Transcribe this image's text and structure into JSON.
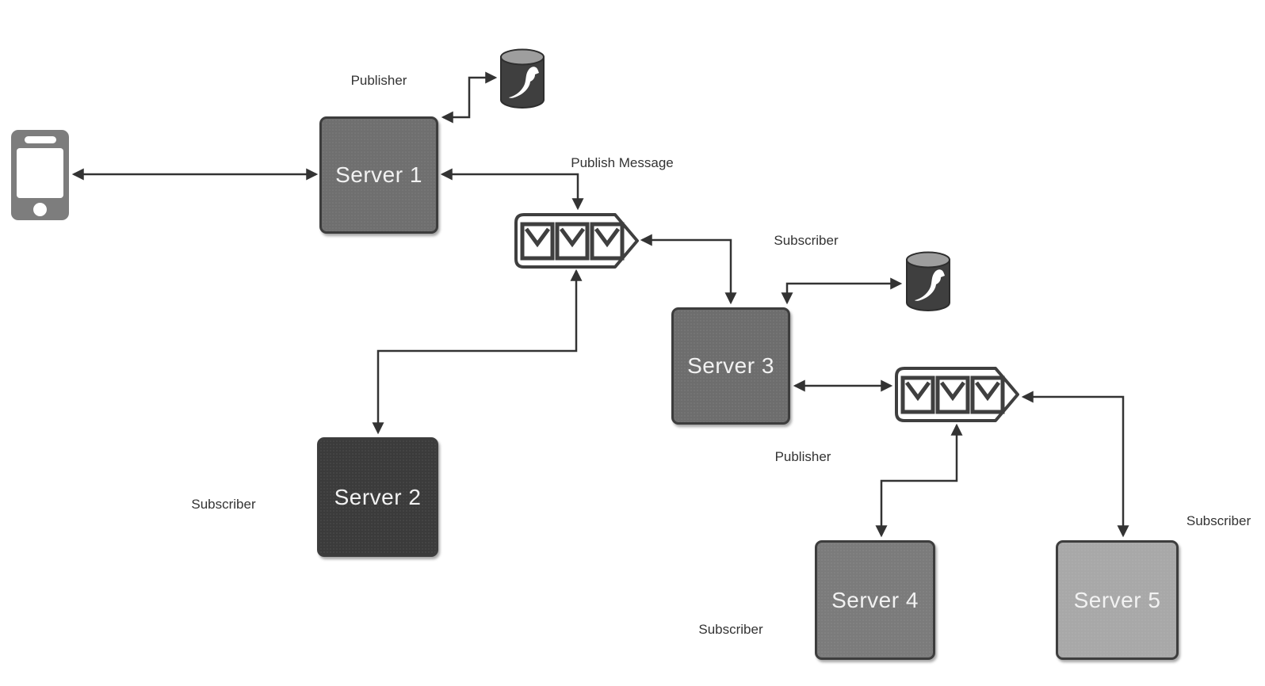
{
  "diagram": {
    "kind": "publish-subscribe-architecture",
    "nodes": {
      "server1": {
        "label": "Server 1",
        "color": "#6f6f6f"
      },
      "server2": {
        "label": "Server 2",
        "color": "#3b3b3b"
      },
      "server3": {
        "label": "Server 3",
        "color": "#6d6d6d"
      },
      "server4": {
        "label": "Server 4",
        "color": "#7b7b7b"
      },
      "server5": {
        "label": "Server 5",
        "color": "#a8a8a8"
      }
    },
    "annotations": {
      "publisher_server1": "Publisher",
      "publish_message": "Publish Message",
      "subscriber_server3": "Subscriber",
      "subscriber_server2": "Subscriber",
      "publisher_queue2": "Publisher",
      "subscriber_server4": "Subscriber",
      "subscriber_server5": "Subscriber"
    },
    "icons": {
      "phone": "smartphone-icon",
      "database1": "mysql-database-cylinder-icon",
      "database2": "mysql-database-cylinder-icon",
      "queue1": "message-queue-envelopes-icon",
      "queue2": "message-queue-envelopes-icon"
    },
    "connectors": [
      "phone <-> server1",
      "server1 <-> database1",
      "server1 <-> queue1 (Publish Message)",
      "queue1 <-> server2",
      "queue1 <-> server3",
      "server3 <-> database2",
      "server3 <-> queue2",
      "queue2 <-> server4",
      "queue2 <-> server5"
    ],
    "colors": {
      "background": "#ffffff",
      "arrow": "#333333",
      "annotation_text": "#333333",
      "node_text": "#f2f2f2",
      "node_border": "#3d3d3d",
      "db_body": "#3f3f3f",
      "db_top": "#9e9e9e",
      "queue_fill": "#ffffff",
      "queue_stroke": "#3f3f3f",
      "phone_body": "#7d7d7d"
    }
  }
}
